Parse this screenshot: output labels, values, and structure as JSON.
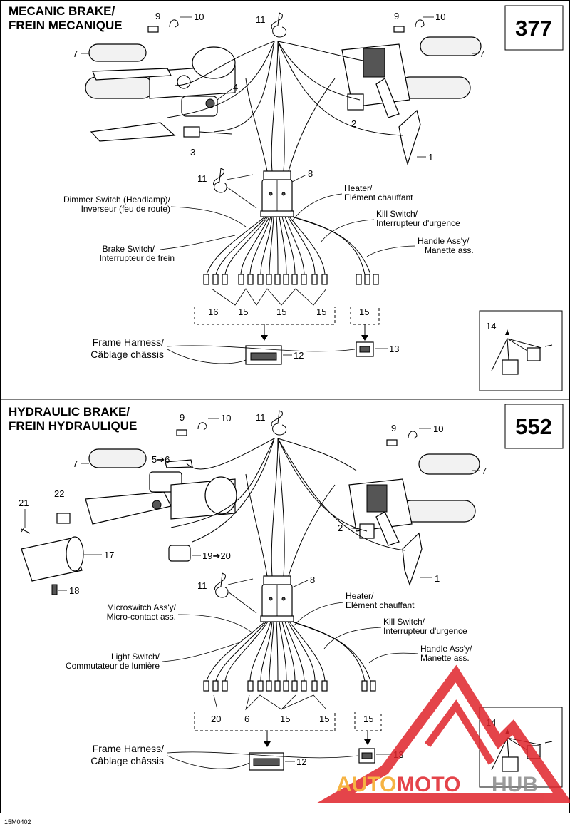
{
  "top": {
    "title_line1": "MECANIC BRAKE/",
    "title_line2": "FREIN MECANIQUE",
    "page_number": "377",
    "callouts": {
      "c1": "1",
      "c2": "2",
      "c3": "3",
      "c4": "4",
      "c7a": "7",
      "c7b": "7",
      "c8": "8",
      "c9a": "9",
      "c9b": "9",
      "c10a": "10",
      "c10b": "10",
      "c11a": "11",
      "c11b": "11",
      "c12": "12",
      "c13": "13",
      "c14": "14",
      "g16": "16",
      "g15a": "15",
      "g15b": "15",
      "g15c": "15",
      "g15d": "15"
    },
    "labels": {
      "dimmer_1": "Dimmer Switch (Headlamp)/",
      "dimmer_2": "Inverseur (feu de route)",
      "brake_1": "Brake Switch/",
      "brake_2": "Interrupteur de frein",
      "heater_1": "Heater/",
      "heater_2": "Elément chauffant",
      "kill_1": "Kill Switch/",
      "kill_2": "Interrupteur d'urgence",
      "handle_1": "Handle Ass'y/",
      "handle_2": "Manette ass.",
      "frame_1": "Frame Harness/",
      "frame_2": "Câblage châssis"
    }
  },
  "bottom": {
    "title_line1": "HYDRAULIC BRAKE/",
    "title_line2": "FREIN HYDRAULIQUE",
    "page_number": "552",
    "callouts": {
      "c1": "1",
      "c2": "2",
      "c56": "5➔6",
      "c7a": "7",
      "c7b": "7",
      "c8": "8",
      "c9a": "9",
      "c9b": "9",
      "c10a": "10",
      "c10b": "10",
      "c11a": "11",
      "c11b": "11",
      "c12": "12",
      "c13": "13",
      "c14": "14",
      "c17": "17",
      "c18": "18",
      "c1920": "19➔20",
      "c21": "21",
      "c22": "22",
      "g20": "20",
      "g6": "6",
      "g15a": "15",
      "g15b": "15",
      "g15c": "15"
    },
    "labels": {
      "micro_1": "Microswitch Ass'y/",
      "micro_2": "Micro-contact ass.",
      "light_1": "Light Switch/",
      "light_2": "Commutateur de lumière",
      "heater_1": "Heater/",
      "heater_2": "Elément chauffant",
      "kill_1": "Kill Switch/",
      "kill_2": "Interrupteur d'urgence",
      "handle_1": "Handle Ass'y/",
      "handle_2": "Manette ass.",
      "frame_1": "Frame Harness/",
      "frame_2": "Câblage châssis"
    }
  },
  "footer_code": "15M0402",
  "watermark": {
    "part1": "AUTO",
    "part2": "MOTO",
    "part3": "HUB"
  },
  "colors": {
    "watermark_red": "#e0242b",
    "watermark_orange": "#f5a623",
    "watermark_gray": "#8a8a8a"
  }
}
